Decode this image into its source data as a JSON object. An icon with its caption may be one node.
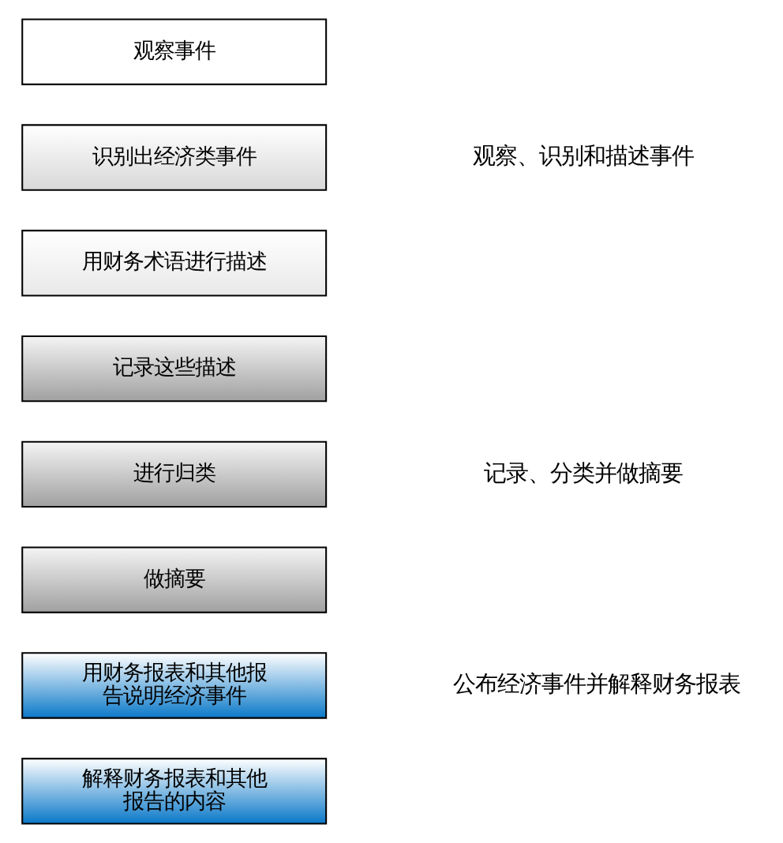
{
  "diagram": {
    "nodes": [
      {
        "text": [
          "观察事件"
        ]
      },
      {
        "text": [
          "识别出经济类事件"
        ]
      },
      {
        "text": [
          "用财务术语进行描述"
        ]
      },
      {
        "text": [
          "记录这些描述"
        ]
      },
      {
        "text": [
          "进行归类"
        ]
      },
      {
        "text": [
          "做摘要"
        ]
      },
      {
        "text": [
          "用财务报表和其他报告说明经济事件"
        ]
      },
      {
        "text": [
          "解释财务报表和其他报告的内容"
        ]
      }
    ],
    "edges": [],
    "labels": [
      "观察、识别和描述事件",
      "记录、分类并做摘要",
      "公布经济事件并解释财务报表"
    ]
  }
}
